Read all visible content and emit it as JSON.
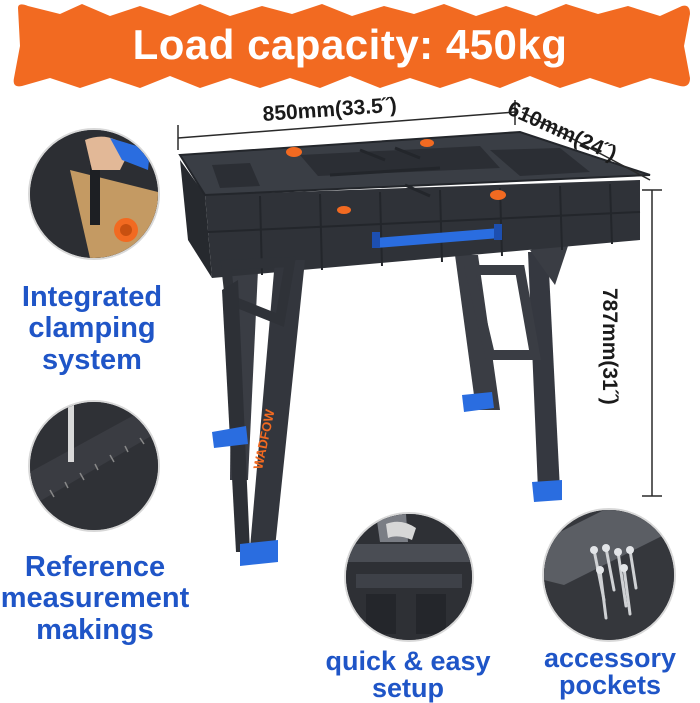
{
  "banner": {
    "title": "Load capacity: 450kg",
    "color": "#f26a21"
  },
  "dimensions": {
    "width": "850mm(33.5˝)",
    "depth": "610mm(24˝)",
    "height": "787mm(31˝)"
  },
  "brand": "WADFOW",
  "features": {
    "clamping": {
      "line1": "Integrated",
      "line2": "clamping",
      "line3": "system",
      "icon": "clamp-photo-icon"
    },
    "measurement": {
      "line1": "Reference",
      "line2": "measurement",
      "line3": "makings",
      "icon": "ruler-photo-icon"
    },
    "setup": {
      "line1": "quick & easy",
      "line2": "setup",
      "icon": "folding-frame-photo-icon"
    },
    "pockets": {
      "line1": "accessory",
      "line2": "pockets",
      "icon": "screws-photo-icon"
    }
  },
  "colors": {
    "accent_orange": "#f26a21",
    "label_blue": "#1f55c7",
    "handle_blue": "#2a6de0",
    "table_dark": "#2d3036"
  }
}
